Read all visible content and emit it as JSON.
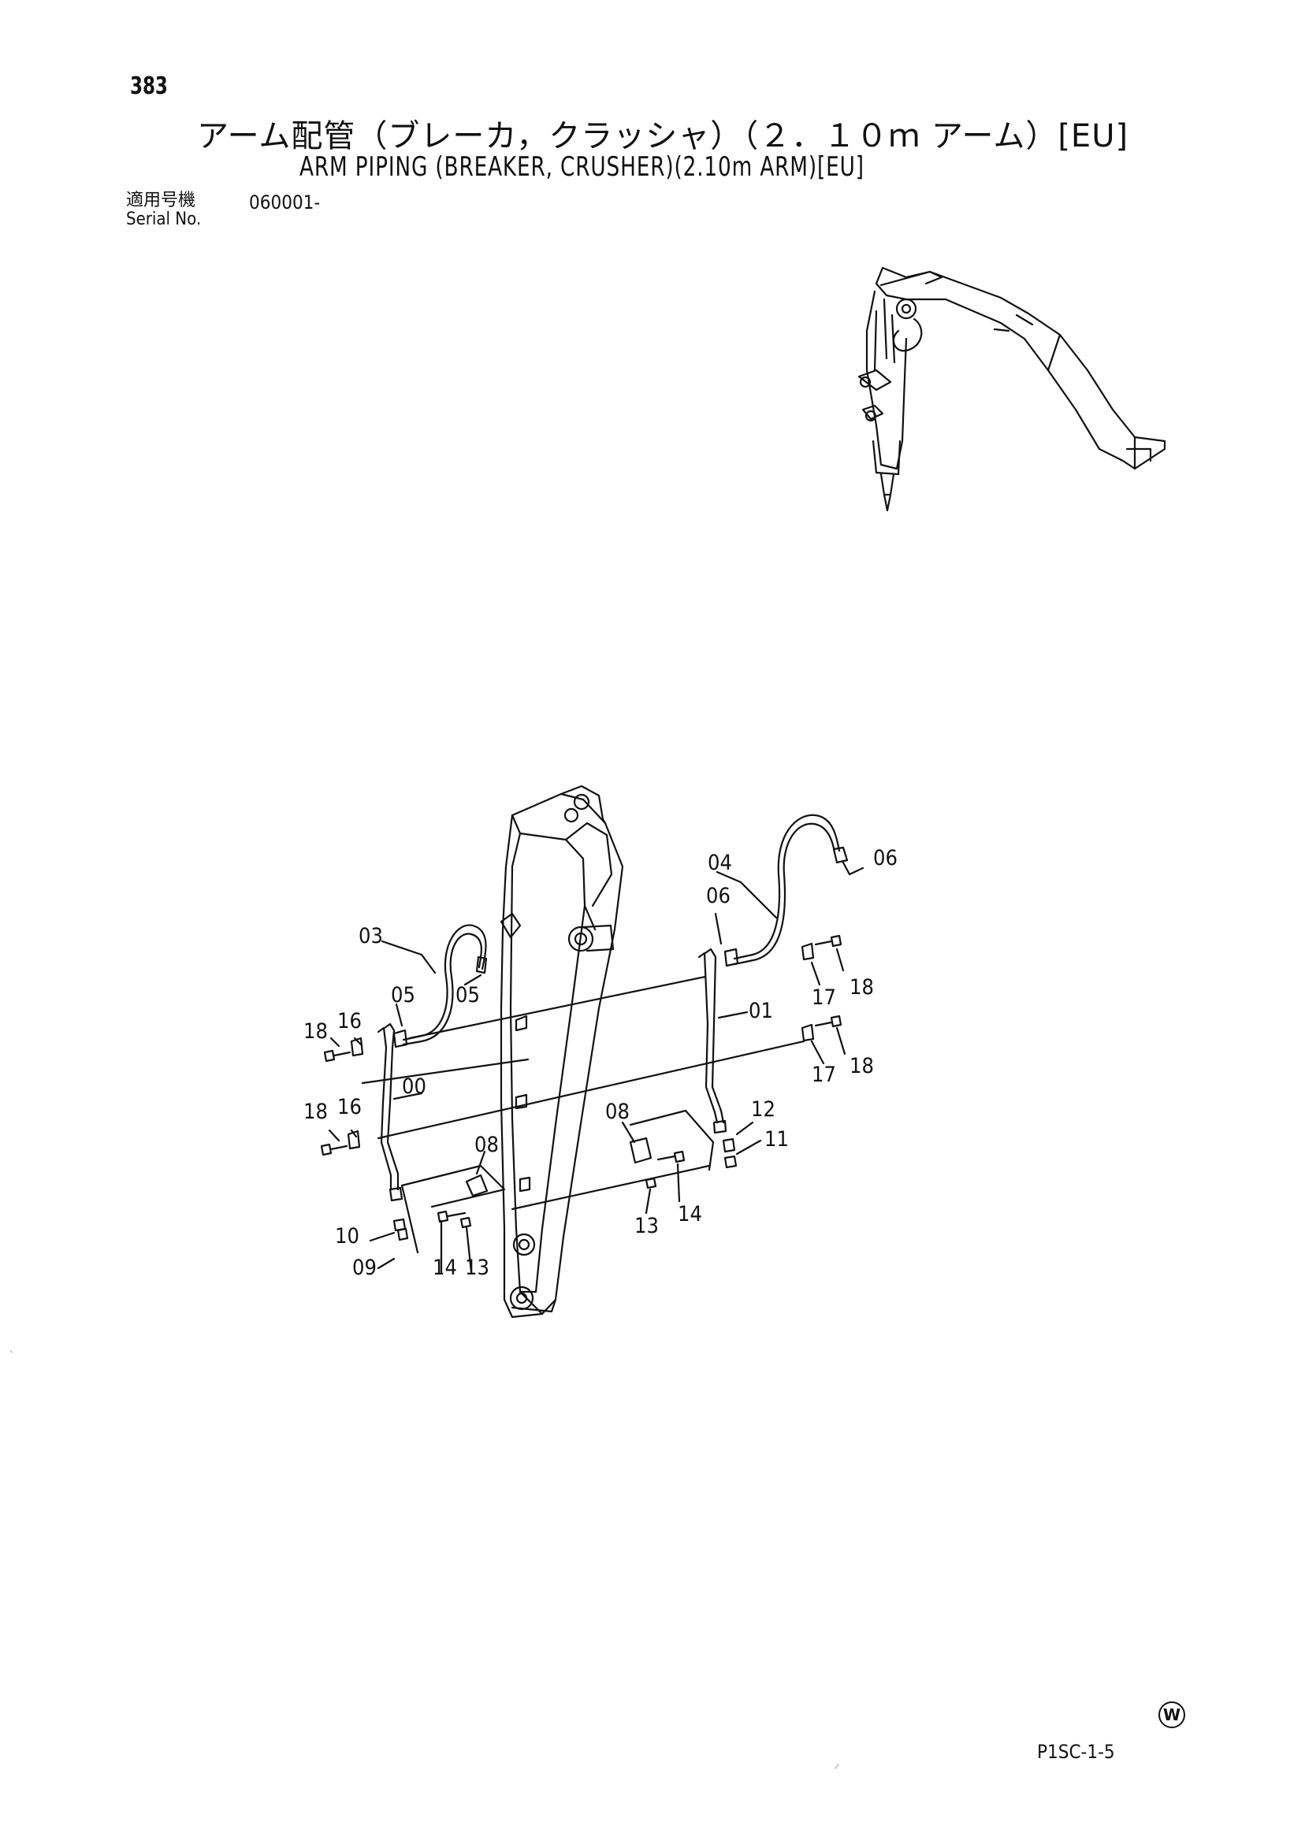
{
  "header": {
    "page_number": "383",
    "title_jp": "アーム配管（ブレーカ，クラッシャ）（２．１０ｍ アーム）[EU]",
    "title_en": "ARM PIPING (BREAKER, CRUSHER)(2.10m ARM)[EU]",
    "serial_label_jp": "適用号機",
    "serial_label_en": "Serial No.",
    "serial_value": "060001-"
  },
  "callouts": {
    "c00": "00",
    "c01": "01",
    "c03": "03",
    "c04": "04",
    "c05a": "05",
    "c05b": "05",
    "c06a": "06",
    "c06b": "06",
    "c08a": "08",
    "c08b": "08",
    "c09": "09",
    "c10": "10",
    "c11": "11",
    "c12": "12",
    "c13a": "13",
    "c13b": "13",
    "c14a": "14",
    "c14b": "14",
    "c16a": "16",
    "c16b": "16",
    "c17a": "17",
    "c17b": "17",
    "c18a": "18",
    "c18b": "18",
    "c18c": "18",
    "c18d": "18"
  },
  "footer": {
    "logo": "W",
    "page_code": "P1SC-1-5"
  }
}
